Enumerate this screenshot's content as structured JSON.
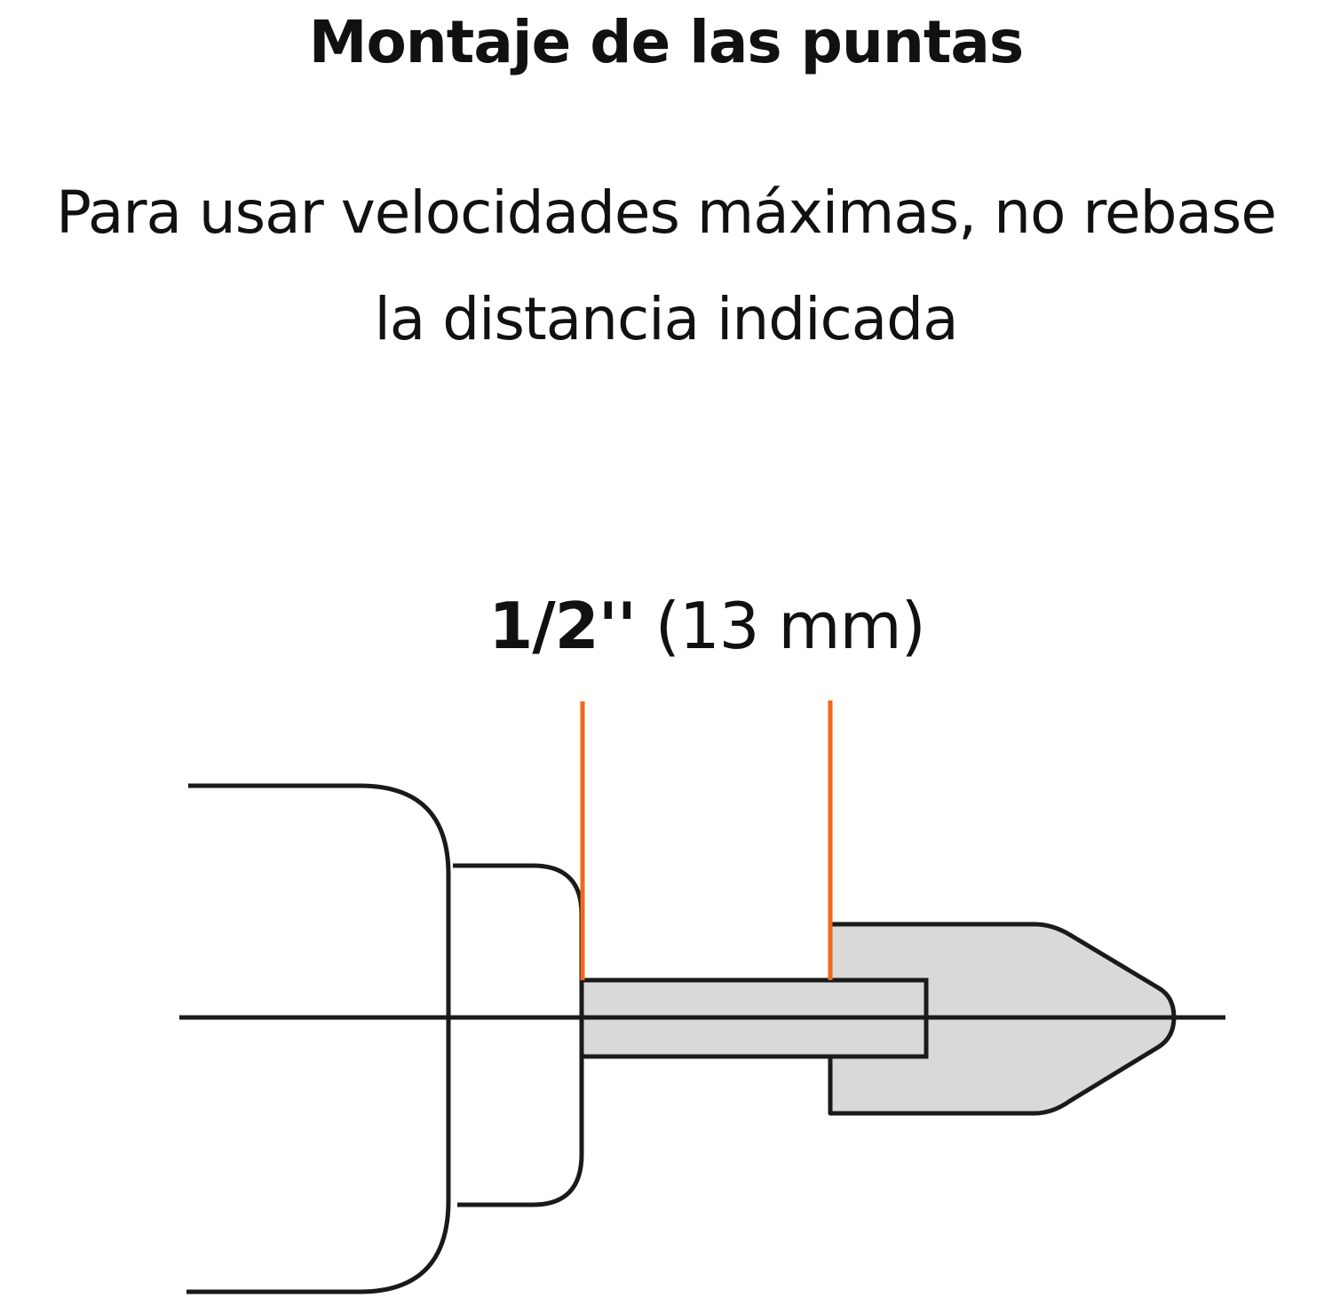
{
  "title": "Montaje de las puntas",
  "subtitle": {
    "line1": "Para usar velocidades máximas, no rebase",
    "line2": "la distancia indicada"
  },
  "measurement": {
    "inch": "1/2''",
    "mm": "(13 mm)"
  },
  "colors": {
    "outline": "#1a1a1a",
    "marker": "#ee6a1c",
    "fill": "#d9d9da",
    "background": "#ffffff"
  }
}
